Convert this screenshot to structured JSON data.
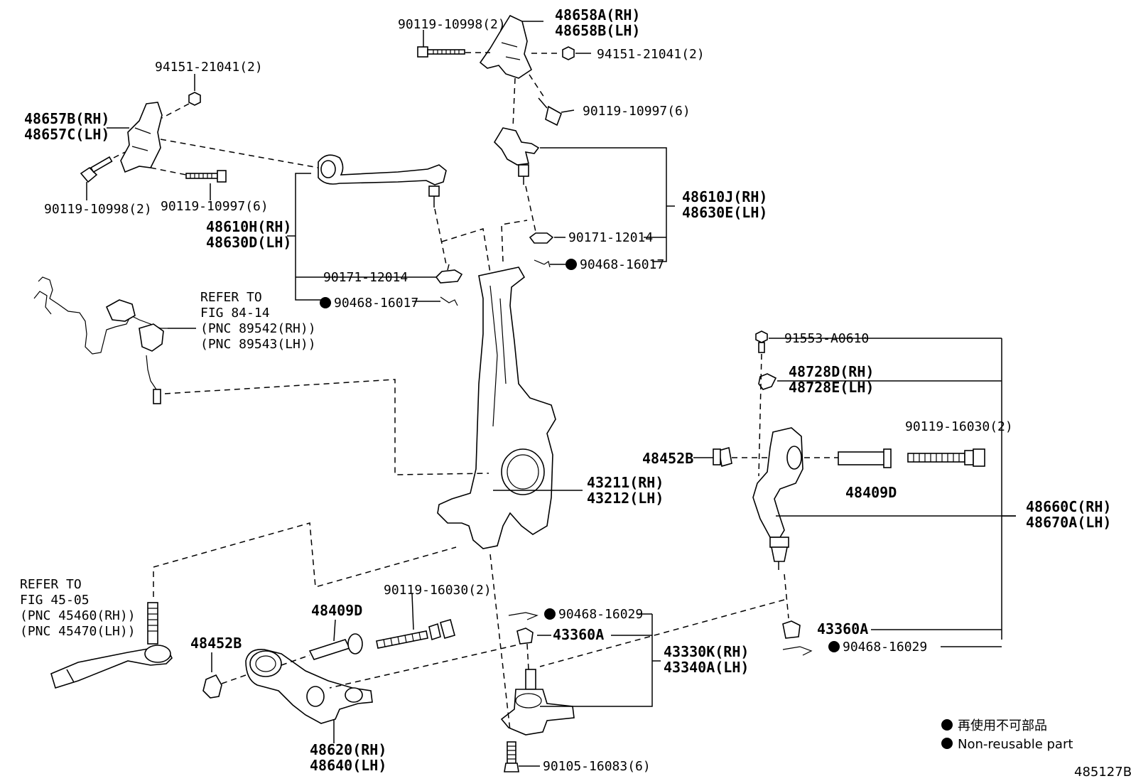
{
  "labels": {
    "p48658": [
      "48658A(RH)",
      "48658B(LH)"
    ],
    "bolt_top_left": "90119-10998(2)",
    "nut_top_right": "94151-21041(2)",
    "bolt_top_right": "90119-10997(6)",
    "nut_left": "94151-21041(2)",
    "p48657": [
      "48657B(RH)",
      "48657C(LH)"
    ],
    "bolt_left_a": "90119-10998(2)",
    "bolt_left_b": "90119-10997(6)",
    "p48610J": [
      "48610J(RH)",
      "48630E(LH)"
    ],
    "p48610H": [
      "48610H(RH)",
      "48630D(LH)"
    ],
    "nut_upper_right": "90171-12014",
    "pin_upper_right": "90468-16017",
    "nut_upper_left": "90171-12014",
    "pin_upper_left": "90468-16017",
    "refer_sensor": [
      "REFER TO",
      "FIG 84-14",
      "(PNC 89542(RH))",
      "(PNC 89543(LH))"
    ],
    "bolt_91553": "91553-A0610",
    "p48728": [
      "48728D(RH)",
      "48728E(LH)"
    ],
    "bolt_right_16030": "90119-16030(2)",
    "p48452B_right": "48452B",
    "p48409D_right": "48409D",
    "knuckle": [
      "43211(RH)",
      "43212(LH)"
    ],
    "p48660": [
      "48660C(RH)",
      "48670A(LH)"
    ],
    "refer_tie_rod": [
      "REFER TO",
      "FIG 45-05",
      "(PNC 45460(RH))",
      "(PNC 45470(LH))"
    ],
    "bolt_lower_16030": "90119-16030(2)",
    "p48409D_left": "48409D",
    "p48452B_left": "48452B",
    "pin_lower_mid": "90468-16029",
    "nut_lower_mid": "43360A",
    "p43330": [
      "43330K(RH)",
      "43340A(LH)"
    ],
    "nut_lower_right": "43360A",
    "pin_lower_right": "90468-16029",
    "p48620": [
      "48620(RH)",
      "48640(LH)"
    ],
    "bolt_bottom": "90105-16083(6)",
    "legend_jp": "再使用不可部品",
    "legend_en": "Non-reusable part",
    "fig_id": "485127B"
  }
}
